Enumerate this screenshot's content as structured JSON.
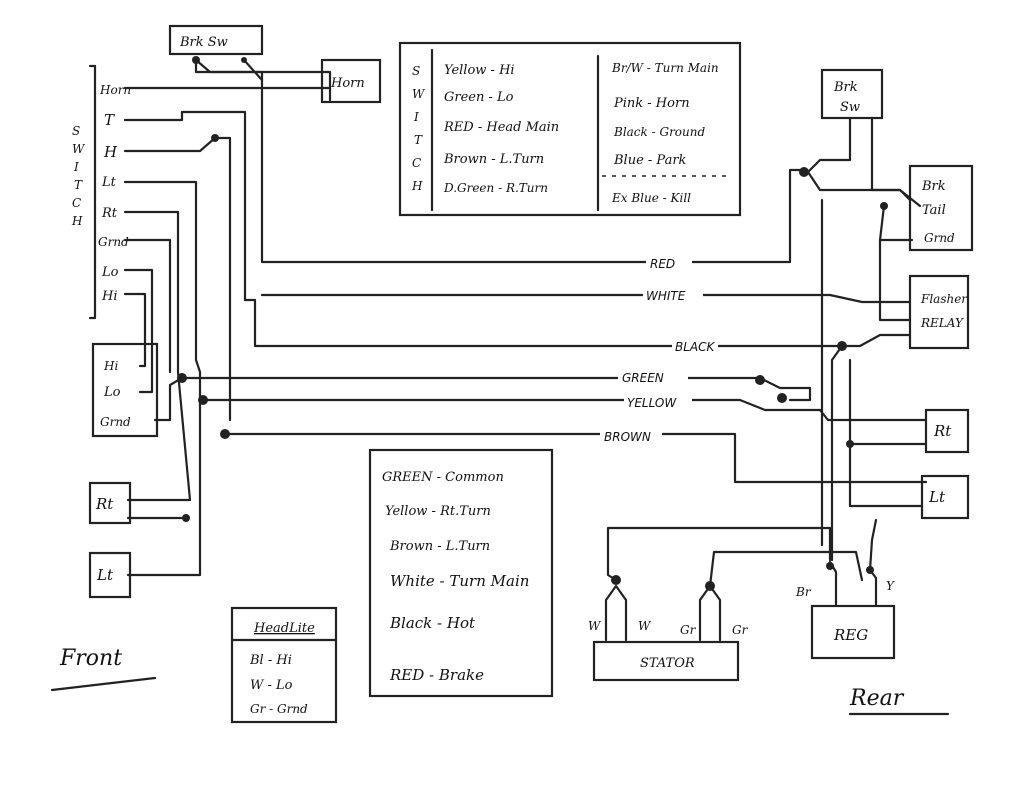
{
  "front_switch": {
    "vertical_label": [
      "S",
      "W",
      "I",
      "T",
      "C",
      "H"
    ],
    "terminals": [
      "Horn",
      "T",
      "H",
      "Lt",
      "Rt",
      "Grnd",
      "Lo",
      "Hi"
    ]
  },
  "brake_switch_front": "Brk Sw",
  "horn": "Horn",
  "switch_legend": {
    "vertical_label": [
      "S",
      "W",
      "I",
      "T",
      "C",
      "H"
    ],
    "left": [
      "Yellow - Hi",
      "Green - Lo",
      "RED - Head Main",
      "Brown - L.Turn",
      "D.Green - R.Turn"
    ],
    "right": [
      "Br/W - Turn Main",
      "Pink - Horn",
      "Black - Ground",
      "Blue - Park",
      "Ex Blue - Kill"
    ]
  },
  "headlight": {
    "labels": [
      "Hi",
      "Lo",
      "Grnd"
    ]
  },
  "front_turn": {
    "right": "Rt",
    "left": "Lt"
  },
  "wire_labels": {
    "red": "RED",
    "white": "WHITE",
    "black": "BLACK",
    "green": "GREEN",
    "yellow": "YELLOW",
    "brown": "BROWN"
  },
  "wire_legend": {
    "items": [
      "GREEN - Common",
      "Yellow - Rt.Turn",
      "Brown - L.Turn",
      "White - Turn Main",
      "Black - Hot",
      "RED - Brake"
    ]
  },
  "headlite_legend": {
    "title": "HeadLite",
    "items": [
      "Bl - Hi",
      "W - Lo",
      "Gr - Grnd"
    ]
  },
  "rear": {
    "brake_switch": [
      "Brk",
      "Sw"
    ],
    "brake_tail": [
      "Brk",
      "Tail",
      "Grnd"
    ],
    "flasher_relay": [
      "Flasher",
      "RELAY"
    ],
    "right_turn": "Rt",
    "left_turn": "Lt"
  },
  "stator": {
    "label": "STATOR",
    "leads": [
      "W",
      "W",
      "Gr",
      "Gr"
    ]
  },
  "regulator": {
    "label": "REG",
    "leads": [
      "Br",
      "Y"
    ]
  },
  "corner_labels": {
    "front": "Front",
    "rear": "Rear"
  }
}
